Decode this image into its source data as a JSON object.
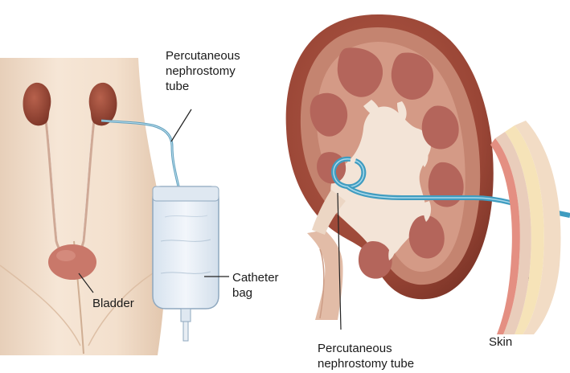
{
  "labels": {
    "nephrostomy_tube_back": [
      "Percutaneous",
      "nephrostomy",
      "tube"
    ],
    "catheter_bag": [
      "Catheter",
      "bag"
    ],
    "bladder": "Bladder",
    "nephrostomy_tube_kidney": [
      "Percutaneous",
      "nephrostomy tube"
    ],
    "skin": "Skin"
  },
  "colors": {
    "skin_back": "#f1ddc9",
    "kidney": "#9c4a3a",
    "kidney_cortex": "#c98876",
    "pelvis": "#f2e3d6",
    "tube": "#3f9cc0",
    "bag": "#e9f0f7",
    "bladder": "#c9786a"
  }
}
